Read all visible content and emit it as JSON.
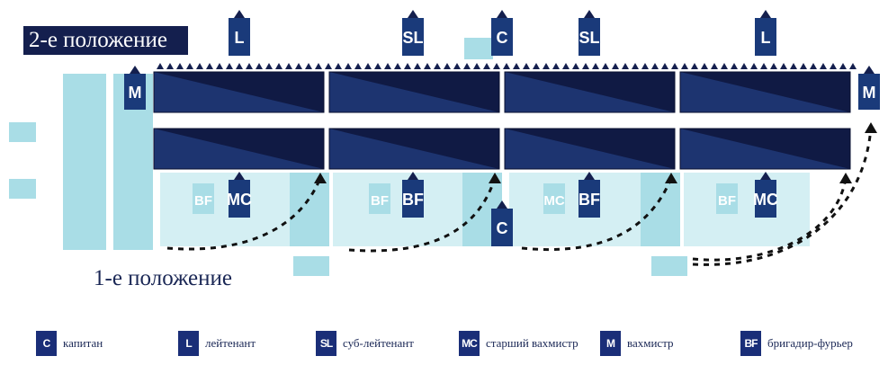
{
  "titles": {
    "position_2": "2-е положение",
    "position_1": "1-е положение"
  },
  "colors": {
    "navy": "#141f4e",
    "badge": "#1a3a7a",
    "light_blue": "#a9dde6",
    "pale_blue": "#d4eff3"
  },
  "top_ranks": [
    {
      "code": "L",
      "col": 0
    },
    {
      "code": "SL",
      "col": 1
    },
    {
      "code": "C",
      "col": "1-2"
    },
    {
      "code": "SL",
      "col": 2
    },
    {
      "code": "L",
      "col": 3
    }
  ],
  "side_ranks": {
    "left": "M",
    "right": "M"
  },
  "bottom_ranks": [
    {
      "code": "MC",
      "col": 0
    },
    {
      "code": "BF",
      "col": 1
    },
    {
      "code": "C",
      "col": "1-2"
    },
    {
      "code": "BF",
      "col": 2
    },
    {
      "code": "MC",
      "col": 3
    }
  ],
  "ghost_ranks": [
    "BF",
    "BF",
    "MC",
    "BF"
  ],
  "legend": [
    {
      "code": "C",
      "label": "капитан"
    },
    {
      "code": "L",
      "label": "лейтенант"
    },
    {
      "code": "SL",
      "label": "суб-лейтенант"
    },
    {
      "code": "MC",
      "label": "старший вахмистр"
    },
    {
      "code": "M",
      "label": "вахмистр"
    },
    {
      "code": "BF",
      "label": "бригадир-фурьер"
    }
  ]
}
